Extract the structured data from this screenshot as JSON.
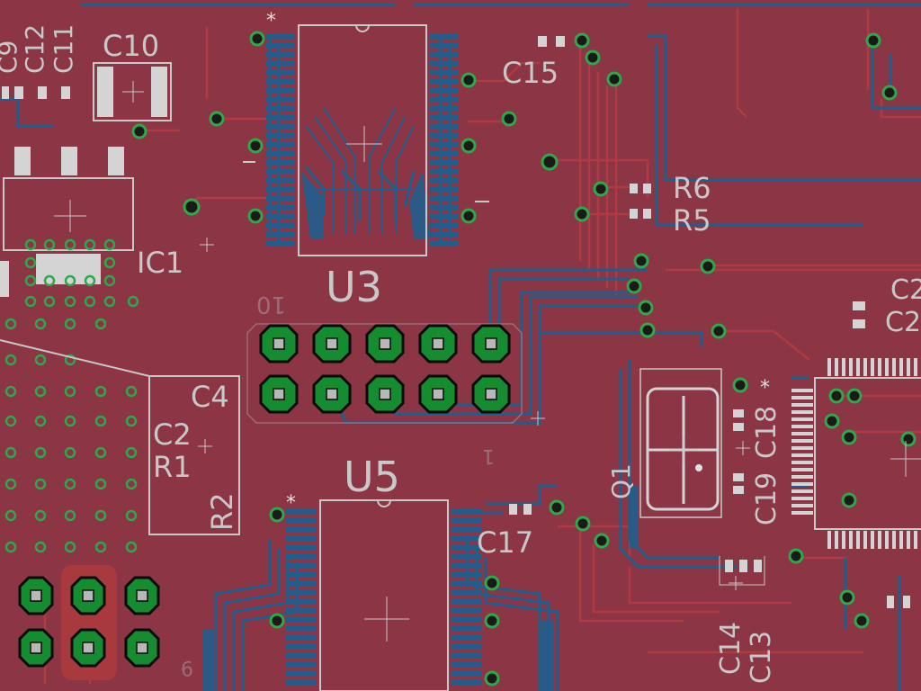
{
  "board": {
    "colors": {
      "background": "#8b3545",
      "copper_top": "#a83a3e",
      "copper_bottom": "#1f5e8c",
      "silkscreen": "#c8c8c8",
      "pad_top": "#d9d9d9",
      "via_ring": "#2ea84a",
      "grid": "#a06070"
    }
  },
  "labels": {
    "c12": "C12",
    "c11": "C11",
    "c9": "C9",
    "c10": "C10",
    "c15": "C15",
    "r6": "R6",
    "r5": "R5",
    "ic1": "IC1",
    "u3": "U3",
    "u5": "U5",
    "c4": "C4",
    "c2": "C2",
    "r1": "R1",
    "r2": "R2",
    "c17": "C17",
    "c19": "C19",
    "c18": "C18",
    "q1": "Q1",
    "c14": "C14",
    "c13": "C13",
    "c2_right_top": "C2",
    "c2_right": "C2",
    "pin10": "10",
    "pin1": "1",
    "pin9": "9"
  }
}
